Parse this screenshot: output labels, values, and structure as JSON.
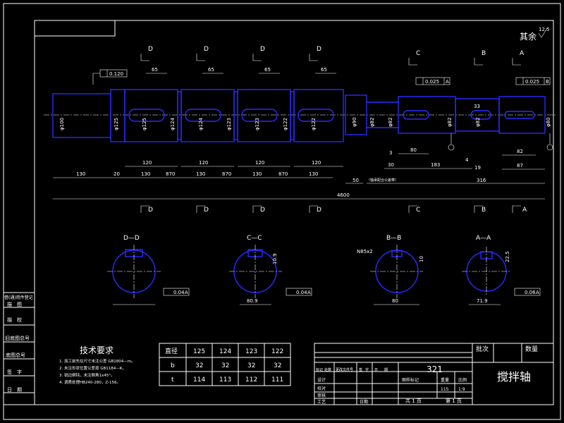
{
  "notes": {
    "top_right": "其余",
    "roughness_top_right": "12.5",
    "tolerance_1": "0.120",
    "tolerance_2": "0.025",
    "tolerance_3": "0.025",
    "runout_datum_a": "A",
    "runout_datum_b": "B"
  },
  "section_marks": [
    "D",
    "D",
    "D",
    "D",
    "C",
    "B",
    "A"
  ],
  "dims": {
    "keyway_65": "65",
    "len_120": "120",
    "len_130": "130",
    "len_20": "20",
    "len_870": "870",
    "len_80": "80",
    "len_183": "183",
    "len_3": "3",
    "len_30": "30",
    "len_4": "4",
    "len_19": "19",
    "len_50": "50",
    "len_316": "316",
    "len_82": "82",
    "len_87": "87",
    "len_33": "33",
    "total": "4600",
    "note_mid": "（轴承配合公差带）",
    "d_100": "φ100",
    "d_125": "φ125",
    "d_124": "φ124",
    "d_123": "φ123",
    "d_122": "φ122",
    "d_90": "φ90",
    "d_82": "φ82",
    "d_80": "φ80"
  },
  "sections": [
    {
      "title": "D—D",
      "tol": "0.04",
      "datum": "A"
    },
    {
      "title": "C—C",
      "dim": "80.9",
      "tol": "0.04",
      "datum": "A",
      "side": "10.9"
    },
    {
      "title": "B—B",
      "dim": "80",
      "note": "N85x2",
      "side": "10"
    },
    {
      "title": "A—A",
      "dim": "71.9",
      "tol": "0.06",
      "datum": "A",
      "side": "22.5"
    }
  ],
  "tech_req": {
    "title": "技术要求",
    "lines": [
      "1. 加工前先在尺寸未注公差 GB1804—m。",
      "2. 未注形状位置公差按 GB1184—K。",
      "3. 锐边倒钝，未注倒角1x45°。",
      "4. 调质处理HB240-280，Z-156。"
    ]
  },
  "param_table": {
    "headers": [
      "直径",
      "125",
      "124",
      "123",
      "122"
    ],
    "rows": [
      [
        "b",
        "32",
        "32",
        "32",
        "32"
      ],
      [
        "t",
        "114",
        "113",
        "112",
        "111"
      ]
    ]
  },
  "left_strip": [
    "借(通)用件登记",
    "描　图",
    "描　校",
    "旧底图总号",
    "底图总号",
    "签　字",
    "日　期"
  ],
  "title_block": {
    "number": "321",
    "part_name": "搅拌轴",
    "approval": "批次",
    "quantity": "数量",
    "cols": [
      "标记",
      "处数",
      "更改文件号",
      "签",
      "字",
      "日",
      "期"
    ],
    "col_labels": [
      "图样标记",
      "重量",
      "比例"
    ],
    "weight": "115",
    "scale": "1:9",
    "sheet_total": "共 1 页",
    "sheet_no": "第 1 页",
    "roles": [
      "设计",
      "校对",
      "审核",
      "工艺"
    ],
    "date_label": "日期"
  }
}
